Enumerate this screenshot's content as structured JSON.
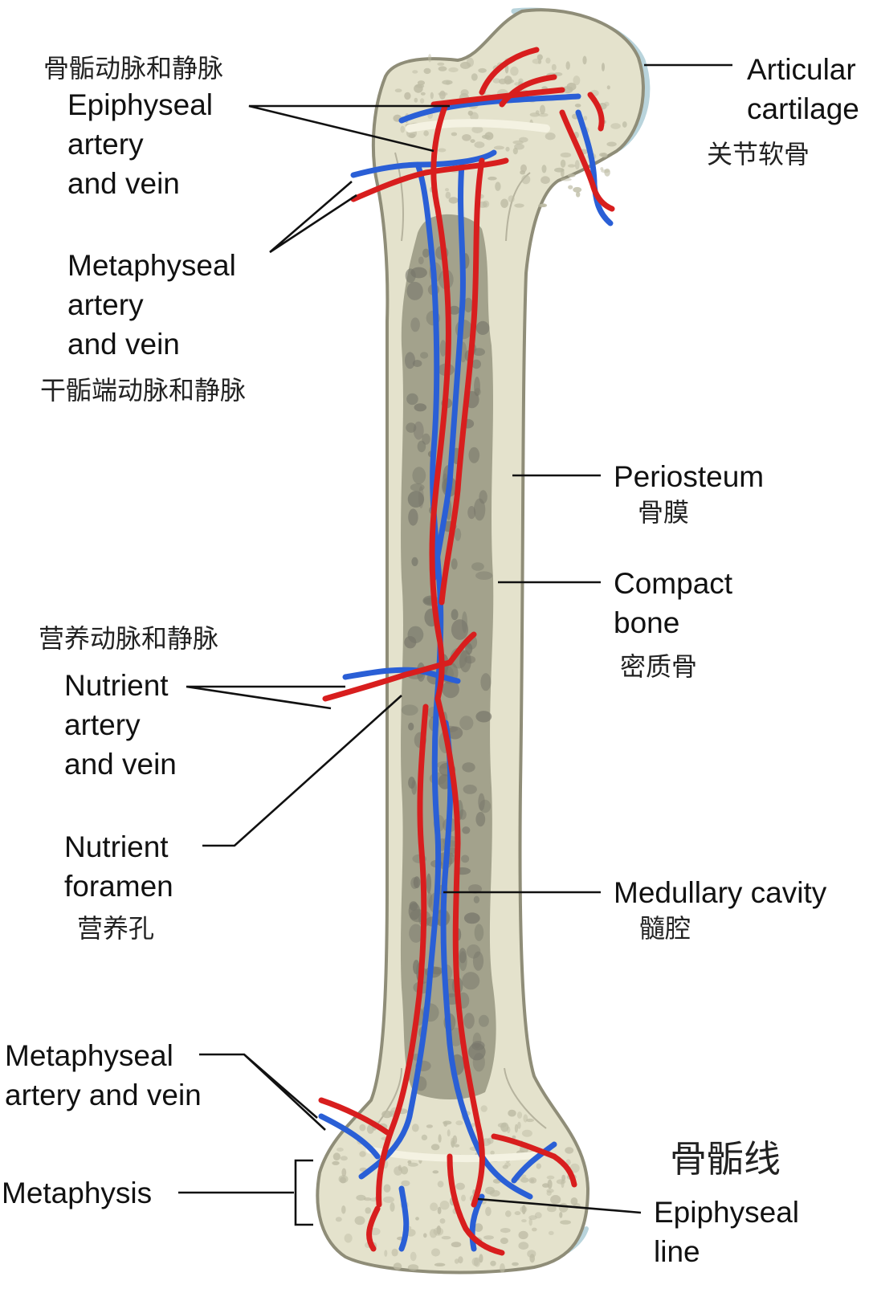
{
  "labels": {
    "epiphyseal_vessels_zh": "骨骺动脉和静脉",
    "epiphyseal_vessels": [
      "Epiphyseal",
      "artery",
      "and vein"
    ],
    "metaphyseal_vessels_top": [
      "Metaphyseal",
      "artery",
      "and vein"
    ],
    "metaphyseal_vessels_zh": "干骺端动脉和静脉",
    "nutrient_vessels_zh": "营养动脉和静脉",
    "nutrient_vessels": [
      "Nutrient",
      "artery",
      "and vein"
    ],
    "nutrient_foramen": [
      "Nutrient",
      "foramen"
    ],
    "nutrient_foramen_zh": "营养孔",
    "metaphyseal_vessels_bottom": [
      "Metaphyseal",
      "artery and vein"
    ],
    "metaphysis": "Metaphysis",
    "articular_cartilage": [
      "Articular",
      "cartilage"
    ],
    "articular_cartilage_zh": "关节软骨",
    "periosteum": "Periosteum",
    "periosteum_zh": "骨膜",
    "compact_bone": [
      "Compact",
      "bone"
    ],
    "compact_bone_zh": "密质骨",
    "medullary_cavity": "Medullary cavity",
    "medullary_cavity_zh": "髓腔",
    "epiphyseal_line_zh": "骨骺线",
    "epiphyseal_line": [
      "Epiphyseal",
      "line"
    ]
  },
  "colors": {
    "bone_fill": "#e4e2cc",
    "bone_edge": "#8f8d78",
    "marrow": "#a3a28c",
    "marrow_dark": "#77766a",
    "cartilage": "#b9d4dc",
    "artery": "#d81e1e",
    "vein": "#2a5fd6",
    "leader": "#111111"
  }
}
